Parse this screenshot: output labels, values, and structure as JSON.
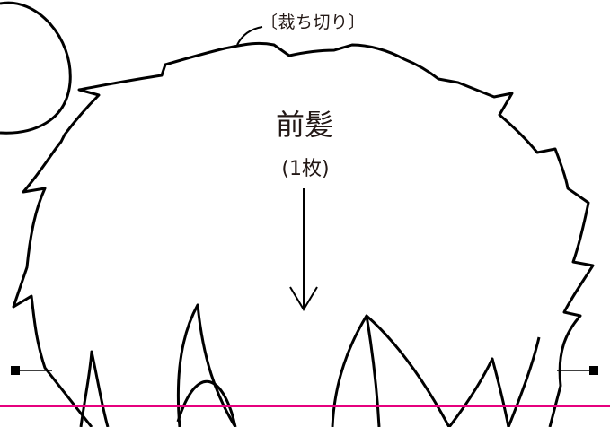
{
  "cut_label": "〔裁ち切り〕",
  "piece": {
    "name": "前髪",
    "count": "(1枚)"
  },
  "colors": {
    "outline": "#000000",
    "guide_line": "#e6007e",
    "text": "#231815"
  }
}
